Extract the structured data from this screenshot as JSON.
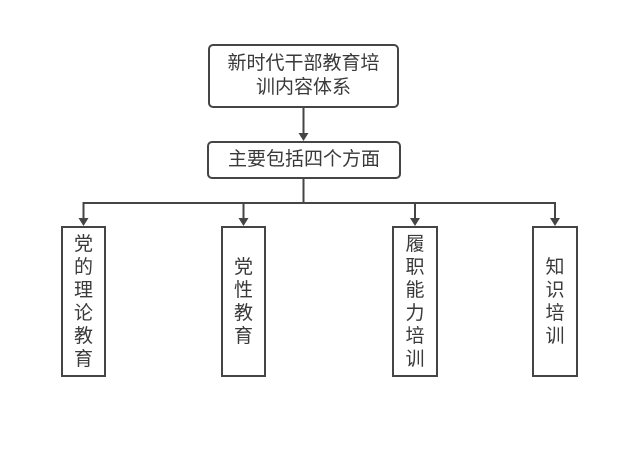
{
  "diagram": {
    "title_node": {
      "label": "新时代干部教育培训内容体系"
    },
    "summary_node": {
      "label": "主要包括四个方面"
    },
    "branches": [
      {
        "label": "党的理论教育"
      },
      {
        "label": "党性教育"
      },
      {
        "label": "履职能力培训"
      },
      {
        "label": "知识培训"
      }
    ],
    "colors": {
      "line": "#454545",
      "text": "#3a3a3a",
      "background": "#ffffff"
    }
  }
}
